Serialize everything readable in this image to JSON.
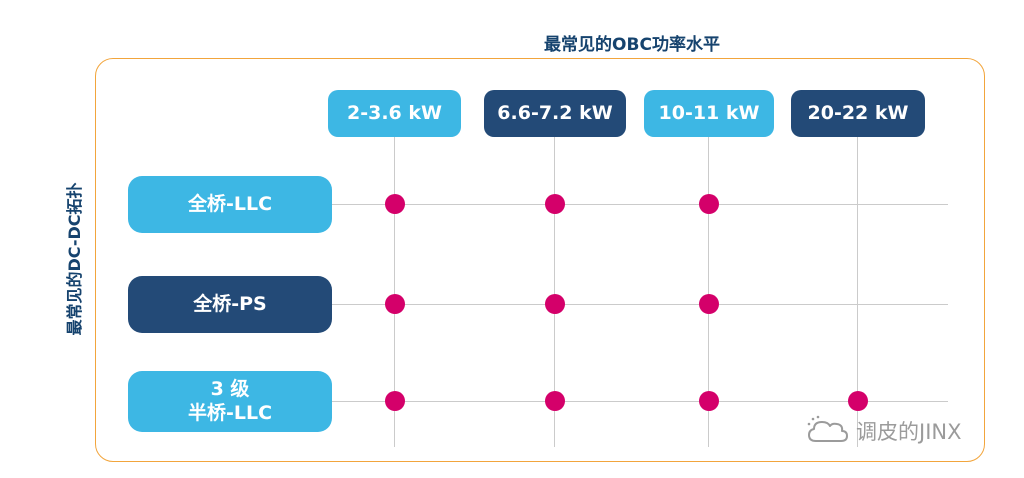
{
  "title": "最常见的OBC功率水平",
  "y_axis_label": "最常见的DC-DC拓扑",
  "columns": [
    {
      "label": "2-3.6 kW",
      "style": "light"
    },
    {
      "label": "6.6-7.2 kW",
      "style": "dark"
    },
    {
      "label": "10-11 kW",
      "style": "light"
    },
    {
      "label": "20-22 kW",
      "style": "dark"
    }
  ],
  "rows": [
    {
      "label": "全桥-LLC",
      "style": "light"
    },
    {
      "label": "全桥-PS",
      "style": "dark"
    },
    {
      "label": "3 级\n半桥-LLC",
      "style": "light"
    }
  ],
  "chart_data": {
    "type": "heatmap",
    "title": "最常见的OBC功率水平",
    "x_axis_title": "最常见的OBC功率水平",
    "y_axis_title": "最常见的DC-DC拓扑",
    "x_categories": [
      "2-3.6 kW",
      "6.6-7.2 kW",
      "10-11 kW",
      "20-22 kW"
    ],
    "y_categories": [
      "全桥-LLC",
      "全桥-PS",
      "3 级 半桥-LLC"
    ],
    "matrix": [
      [
        1,
        1,
        1,
        0
      ],
      [
        1,
        1,
        1,
        0
      ],
      [
        1,
        1,
        1,
        1
      ]
    ]
  },
  "watermark": {
    "text": "调皮的JINX"
  },
  "colors": {
    "light_blue": "#3DB7E4",
    "dark_navy": "#234A77",
    "dot_magenta": "#D4006A",
    "frame_orange": "#F2A53C",
    "grid_gray": "#CBCBCB",
    "title_navy": "#16436E",
    "watermark_gray": "#9B9B9B"
  }
}
